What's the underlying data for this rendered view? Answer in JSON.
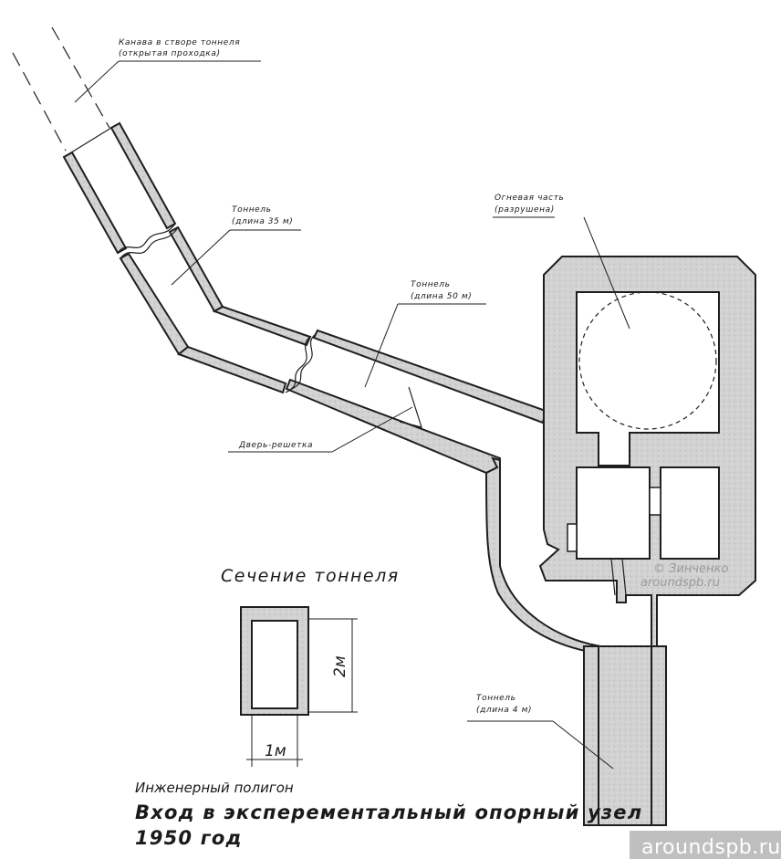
{
  "labels": {
    "trench_line1": "Канава в створе тоннеля",
    "trench_line2": "(открытая проходка)",
    "tunnel35_line1": "Тоннель",
    "tunnel35_line2": "(длина 35 м)",
    "tunnel50_line1": "Тоннель",
    "tunnel50_line2": "(длина 50 м)",
    "fire_line1": "Огневая часть",
    "fire_line2": "(разрушена)",
    "door": "Дверь-решетка",
    "section_title": "Сечение тоннеля",
    "dim_height": "2м",
    "dim_width": "1м",
    "tunnel4_line1": "Тоннель",
    "tunnel4_line2": "(длина 4 м)",
    "copyright_line1": "© Зинченко",
    "copyright_line2": "aroundspb.ru",
    "site_name": "Инженерный полигон",
    "main_title": "Вход в эксперементальный опорный узел",
    "year": "1950 год",
    "watermark": "aroundspb.ru"
  }
}
